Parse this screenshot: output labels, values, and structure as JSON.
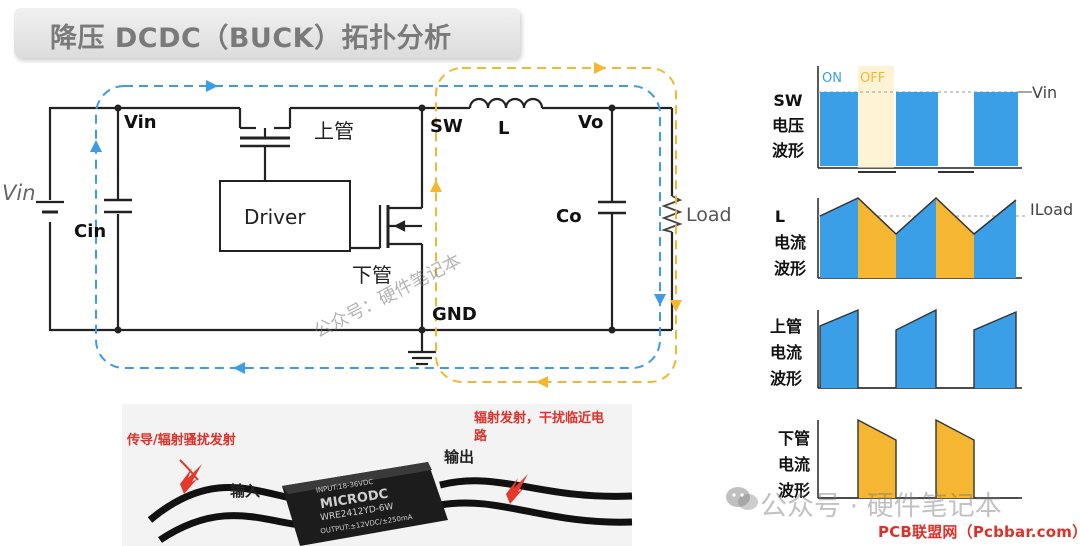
{
  "banner": {
    "title": "降压 DCDC（BUCK）拓扑分析"
  },
  "circuit": {
    "source_label": "Vin",
    "node_vin": "Vin",
    "cap_in": "Cin",
    "high_side_fet": "上管",
    "driver": "Driver",
    "low_side_fet": "下管",
    "node_sw": "SW",
    "inductor": "L",
    "node_vo": "Vo",
    "cap_out": "Co",
    "load": "Load",
    "node_gnd": "GND"
  },
  "waveforms": {
    "sw": {
      "label_lines": [
        "SW",
        "电压",
        "波形"
      ],
      "on_label": "ON",
      "off_label": "OFF",
      "level_label": "Vin"
    },
    "il": {
      "label_lines": [
        "L",
        "电流",
        "波形"
      ],
      "level_label": "ILoad"
    },
    "ihs": {
      "label_lines": [
        "上管",
        "电流",
        "波形"
      ]
    },
    "ils": {
      "label_lines": [
        "下管",
        "电流",
        "波形"
      ]
    }
  },
  "module_photo": {
    "emi_left": "传导/辐射骚扰发射",
    "input_label": "输入",
    "output_label": "输出",
    "emi_right_line1": "辐射发射，干扰临近电",
    "emi_right_line2": "路",
    "module_line1": "INPUT:18-36VDC",
    "module_line2": "MICRODC",
    "module_line3": "WRE2412YD-6W",
    "module_line4": "OUTPUT:±12VDC/±250mA"
  },
  "watermarks": {
    "diagonal": "公众号：硬件笔记本",
    "bottom": "公众号 · 硬件笔记本"
  },
  "footer": {
    "site": "PCB联盟网（Pcbbar.com）"
  },
  "colors": {
    "loop_blue": "#3d9be9",
    "loop_orange": "#f5b731",
    "wave_blue": "#3a9fe6",
    "wave_orange": "#f5b731",
    "brand_red": "#e0302a"
  }
}
